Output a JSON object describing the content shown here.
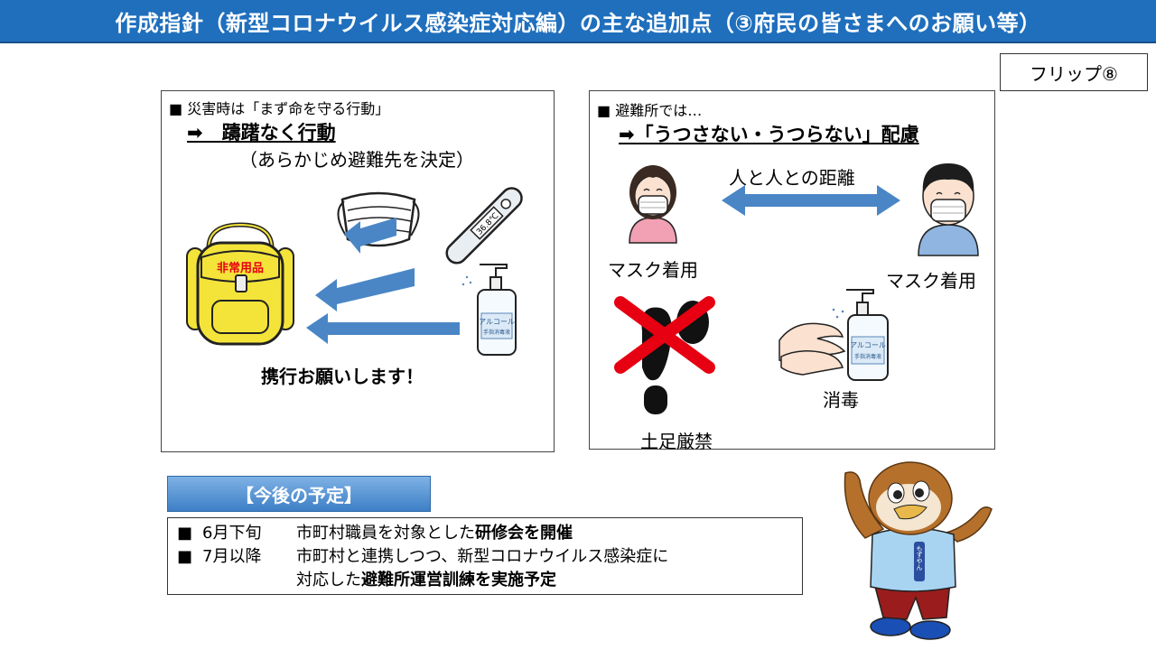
{
  "header": {
    "title": "作成指針（新型コロナウイルス感染症対応編）の主な追加点（③府民の皆さまへのお願い等）"
  },
  "flip": {
    "label": "フリップ⑧"
  },
  "left_panel": {
    "heading_small": "■ 災害時は「まず命を守る行動」",
    "heading_main": "➡　躊躇なく行動",
    "heading_sub": "（あらかじめ避難先を決定）",
    "backpack_label": "非常用品",
    "thermometer_reading": "36.8℃",
    "sanitizer_label": "アルコール",
    "sanitizer_sublabel": "手指消毒液",
    "caption": "携行お願いします！"
  },
  "right_panel": {
    "heading_small": "■ 避難所では…",
    "heading_main": "➡「うつさない・うつらない」配慮",
    "distance_label": "人と人との距離",
    "mask_caption_left": "マスク着用",
    "mask_caption_right": "マスク着用",
    "no_shoes_caption": "土足厳禁",
    "disinfect_caption": "消毒",
    "sanitizer_label": "アルコール",
    "sanitizer_sublabel": "手指消毒液"
  },
  "schedule": {
    "title": "【今後の予定】",
    "items": [
      {
        "bullet": "■",
        "date": "6月下旬",
        "text_plain": "市町村職員を対象とした",
        "text_bold": "研修会を開催"
      },
      {
        "bullet": "■",
        "date": "7月以降",
        "text_plain": "市町村と連携しつつ、新型コロナウイルス感染症に"
      }
    ],
    "continuation_plain": "対応した",
    "continuation_bold": "避難所運営訓練を実施予定"
  },
  "mascot": {
    "shirt_text": "もずやん"
  },
  "colors": {
    "title_bar": "#1f6fbd",
    "arrow_blue": "#4a86c5",
    "backpack_yellow": "#f4e43a",
    "cross_red": "#e60012"
  }
}
